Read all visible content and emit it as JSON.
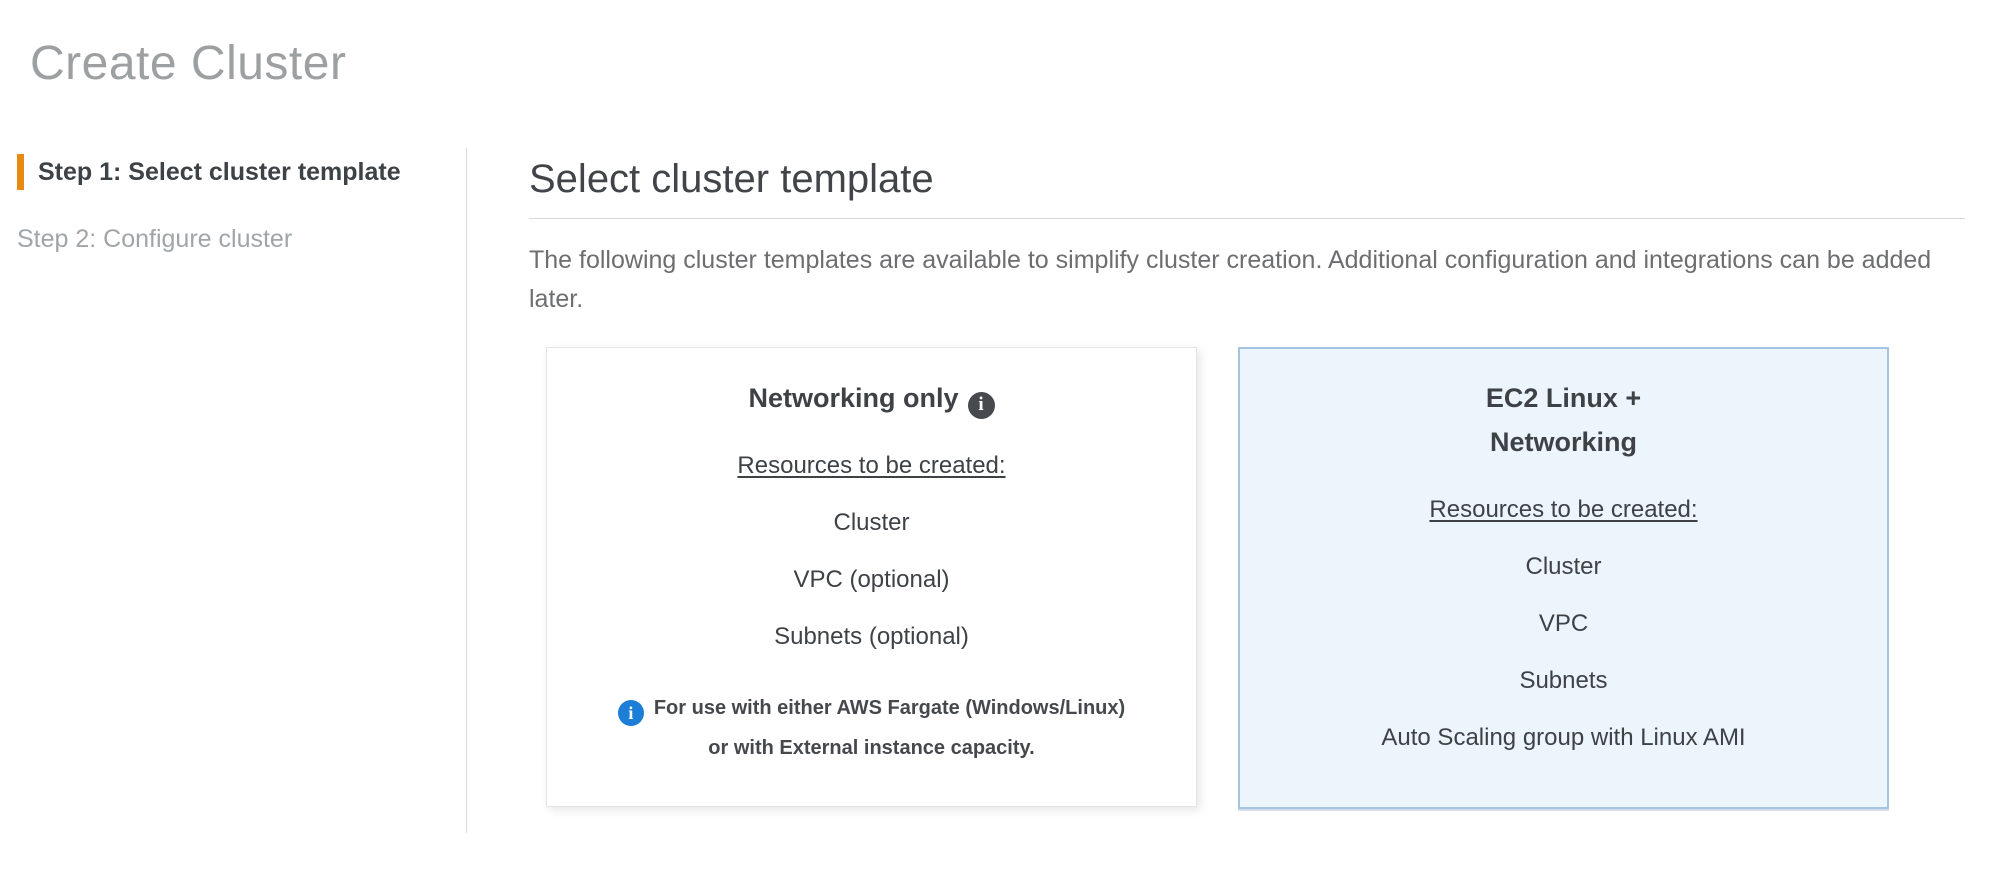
{
  "page": {
    "title": "Create Cluster"
  },
  "sidebar": {
    "steps": [
      {
        "label": "Step 1: Select cluster template",
        "active": true
      },
      {
        "label": "Step 2: Configure cluster",
        "active": false
      }
    ]
  },
  "main": {
    "heading": "Select cluster template",
    "description": "The following cluster templates are available to simplify cluster creation. Additional configuration and integrations can be added later.",
    "templates": [
      {
        "title": "Networking only",
        "resources_heading": "Resources to be created:",
        "resources": [
          "Cluster",
          "VPC (optional)",
          "Subnets (optional)"
        ],
        "note": "For use with either AWS Fargate (Windows/Linux) or with External instance capacity.",
        "selected": false
      },
      {
        "title": "EC2 Linux + Networking",
        "resources_heading": "Resources to be created:",
        "resources": [
          "Cluster",
          "VPC",
          "Subnets",
          "Auto Scaling group with Linux AMI"
        ],
        "selected": true
      }
    ]
  },
  "icons": {
    "info_glyph": "i"
  },
  "colors": {
    "accent_orange": "#e98a10",
    "selected_card_bg": "#ecf5fc",
    "selected_card_border": "#a3c4e2",
    "info_icon_dark": "#46494d",
    "info_icon_blue": "#1d7ed8"
  }
}
